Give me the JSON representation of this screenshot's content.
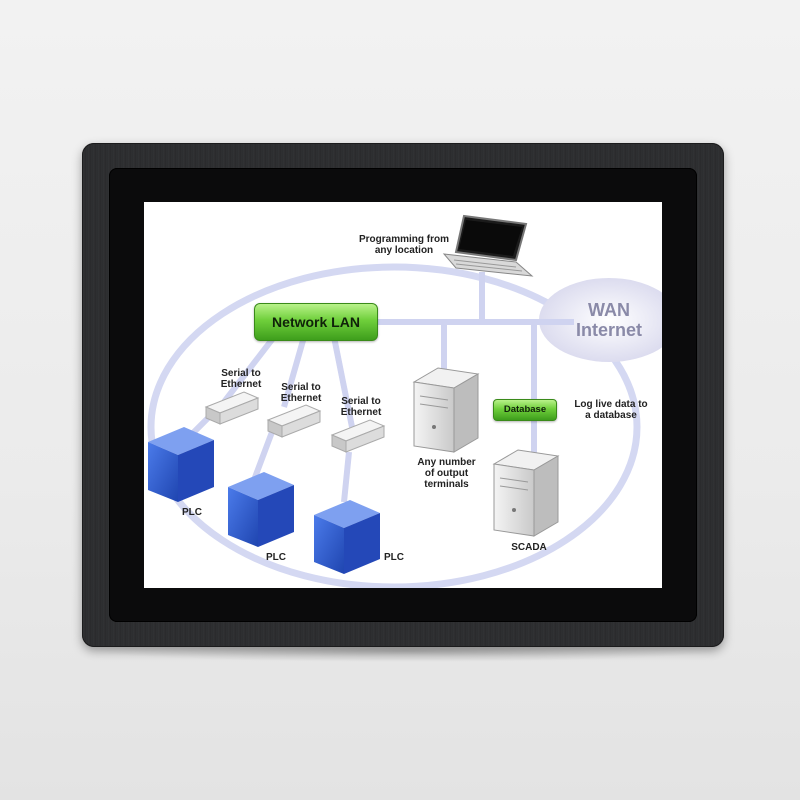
{
  "diagram": {
    "network_lan": "Network LAN",
    "wan": "WAN\nInternet",
    "programming": "Programming from\nany location",
    "serial_1": "Serial to\nEthernet",
    "serial_2": "Serial to\nEthernet",
    "serial_3": "Serial to\nEthernet",
    "plc_1": "PLC",
    "plc_2": "PLC",
    "plc_3": "PLC",
    "terminals": "Any number\nof output\nterminals",
    "database": "Database",
    "log": "Log live data to\na database",
    "scada": "SCADA"
  },
  "colors": {
    "bus_line": "#cdd2f0",
    "plc_blue": "#2f5fcf",
    "green": "#5cc02c",
    "wan_cloud": "#e6e6f4"
  }
}
